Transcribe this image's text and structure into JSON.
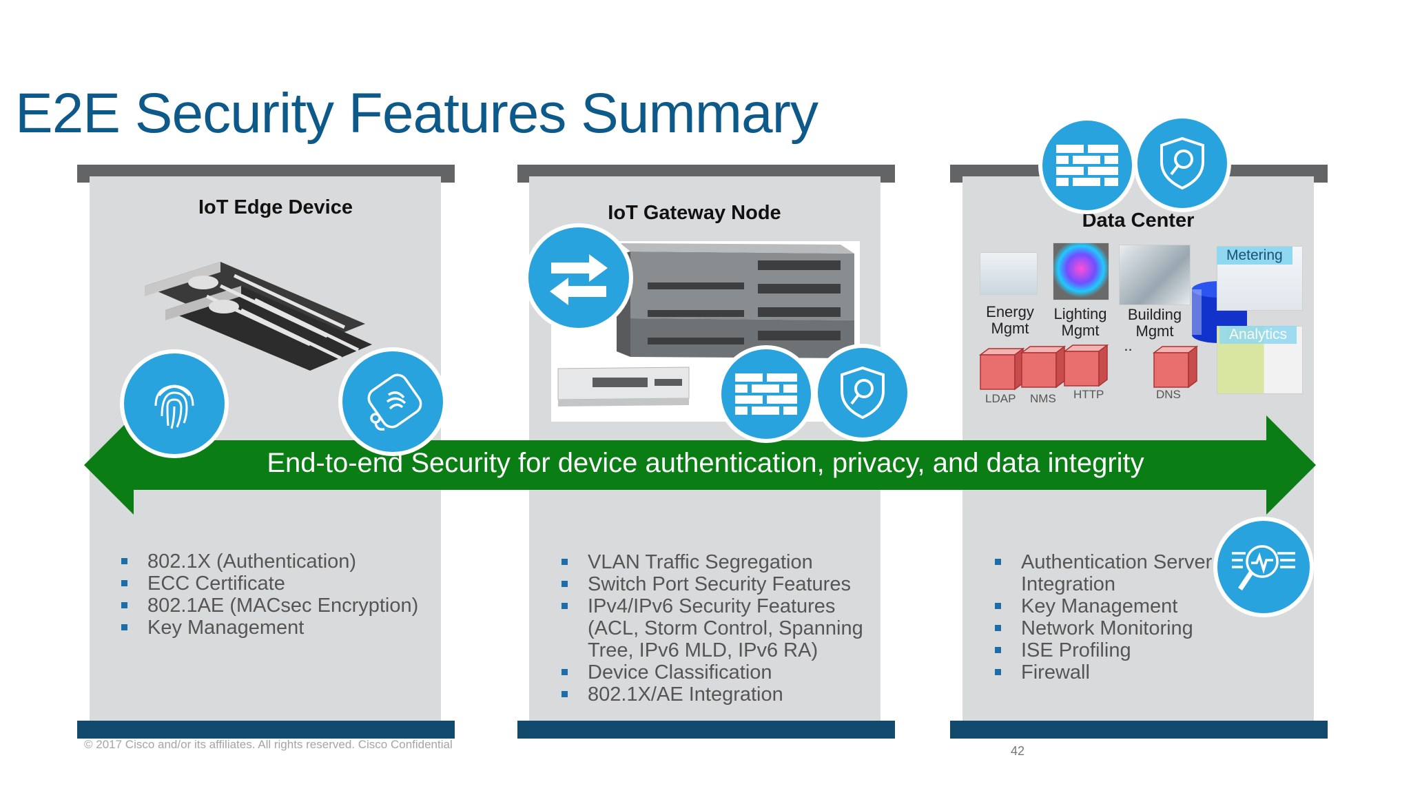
{
  "title": "E2E Security Features Summary",
  "panels": {
    "edge": {
      "title": "IoT Edge Device",
      "bullets": [
        "802.1X (Authentication)",
        "ECC Certificate",
        "802.1AE (MACsec Encryption)",
        "Key Management"
      ]
    },
    "gateway": {
      "title": "IoT Gateway Node",
      "bullets": [
        "VLAN Traffic Segregation",
        "Switch Port Security Features",
        "IPv4/IPv6 Security Features",
        "(ACL, Storm Control, Spanning",
        "Tree, IPv6 MLD, IPv6 RA)",
        "Device Classification",
        "802.1X/AE Integration"
      ]
    },
    "datacenter": {
      "title": "Data Center",
      "apps": [
        "Energy\nMgmt",
        "Lighting\nMgmt",
        "Building\nMgmt"
      ],
      "app_dots": "..",
      "services": [
        "LDAP",
        "NMS",
        "HTTP",
        "DNS"
      ],
      "dash_labels": [
        "Metering",
        "Analytics"
      ],
      "bullets": [
        "Authentication Server",
        "Integration",
        "Key Management",
        "Network Monitoring",
        "ISE Profiling",
        "Firewall"
      ]
    }
  },
  "banner": "End-to-end Security for device authentication, privacy, and data integrity",
  "footer": "© 2017  Cisco and/or its affiliates. All rights reserved.   Cisco Confidential",
  "page_number": "42",
  "colors": {
    "title": "#0d5a8a",
    "accent": "#29a3dd",
    "arrow": "#0a7d14",
    "panel": "#d9dadb",
    "bar_top": "#636466",
    "bar_bottom": "#124a6e"
  },
  "icons": [
    "fingerprint-icon",
    "badge-fingerprint-icon",
    "switch-arrows-icon",
    "firewall-icon",
    "shield-search-icon",
    "analytics-search-icon",
    "database-icon",
    "server-icon"
  ]
}
